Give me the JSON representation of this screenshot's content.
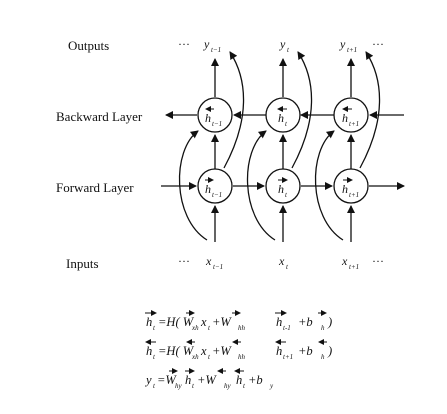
{
  "labels": {
    "outputs": "Outputs",
    "backward_layer": "Backward Layer",
    "forward_layer": "Forward Layer",
    "inputs": "Inputs"
  },
  "ellipsis": "···",
  "timesteps": [
    {
      "output": {
        "sym": "y",
        "sub": "t−1"
      },
      "backward": {
        "sym": "h",
        "sub": "t−1"
      },
      "forward": {
        "sym": "h",
        "sub": "t−1"
      },
      "input": {
        "sym": "x",
        "sub": "t−1"
      }
    },
    {
      "output": {
        "sym": "y",
        "sub": "t"
      },
      "backward": {
        "sym": "h",
        "sub": "t"
      },
      "forward": {
        "sym": "h",
        "sub": "t"
      },
      "input": {
        "sym": "x",
        "sub": "t"
      }
    },
    {
      "output": {
        "sym": "y",
        "sub": "t+1"
      },
      "backward": {
        "sym": "h",
        "sub": "t+1"
      },
      "forward": {
        "sym": "h",
        "sub": "t+1"
      },
      "input": {
        "sym": "x",
        "sub": "t+1"
      }
    }
  ],
  "equations": {
    "forward": {
      "lhs": "h",
      "lhs_sub": "t",
      "p1": "=H( W",
      "s1": "xh",
      "p2": "x",
      "s2": "t",
      "p3": "+W",
      "s3": "hh",
      "p4": "h",
      "s4": "t-1",
      "p5": "+b",
      "s5": "h",
      "p6": ")"
    },
    "backward": {
      "lhs": "h",
      "lhs_sub": "t",
      "p1": "=H( W",
      "s1": "xh",
      "p2": "x",
      "s2": "t",
      "p3": "+W",
      "s3": "hh",
      "p4": "h",
      "s4": "t+1",
      "p5": "+b",
      "s5": "h",
      "p6": ")"
    },
    "output": {
      "lhs": "y",
      "lhs_sub": "t",
      "p1": "=W",
      "s1": "hy",
      "p2": "h",
      "s2": "t",
      "p3": "+W",
      "s3": "hy",
      "p4": "h",
      "s4": "t",
      "p5": "+b",
      "s5": "y"
    }
  }
}
